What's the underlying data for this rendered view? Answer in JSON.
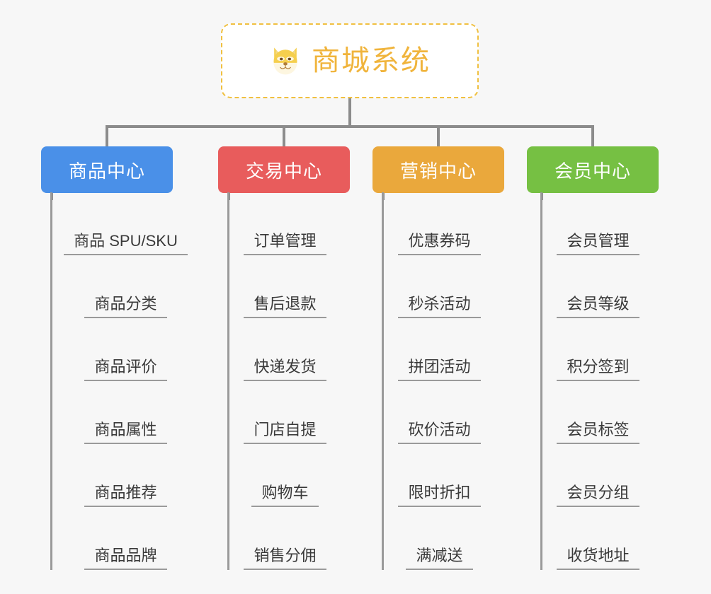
{
  "page": {
    "background_color": "#f7f7f7",
    "connector_color": "#8c8c8c",
    "item_line_color": "#9a9a9a",
    "item_text_color": "#3a3a3a"
  },
  "root": {
    "title": "商城系统",
    "icon": "shiba-dog-face-icon",
    "text_color": "#f0b43c",
    "border_color": "#f0c040",
    "background_color": "#ffffff"
  },
  "categories": [
    {
      "label": "商品中心",
      "color": "#4a90e8",
      "items": [
        "商品 SPU/SKU",
        "商品分类",
        "商品评价",
        "商品属性",
        "商品推荐",
        "商品品牌"
      ]
    },
    {
      "label": "交易中心",
      "color": "#e85c5c",
      "items": [
        "订单管理",
        "售后退款",
        "快递发货",
        "门店自提",
        "购物车",
        "销售分佣"
      ]
    },
    {
      "label": "营销中心",
      "color": "#eaa83c",
      "items": [
        "优惠券码",
        "秒杀活动",
        "拼团活动",
        "砍价活动",
        "限时折扣",
        "满减送"
      ]
    },
    {
      "label": "会员中心",
      "color": "#76c043",
      "items": [
        "会员管理",
        "会员等级",
        "积分签到",
        "会员标签",
        "会员分组",
        "收货地址"
      ]
    }
  ]
}
